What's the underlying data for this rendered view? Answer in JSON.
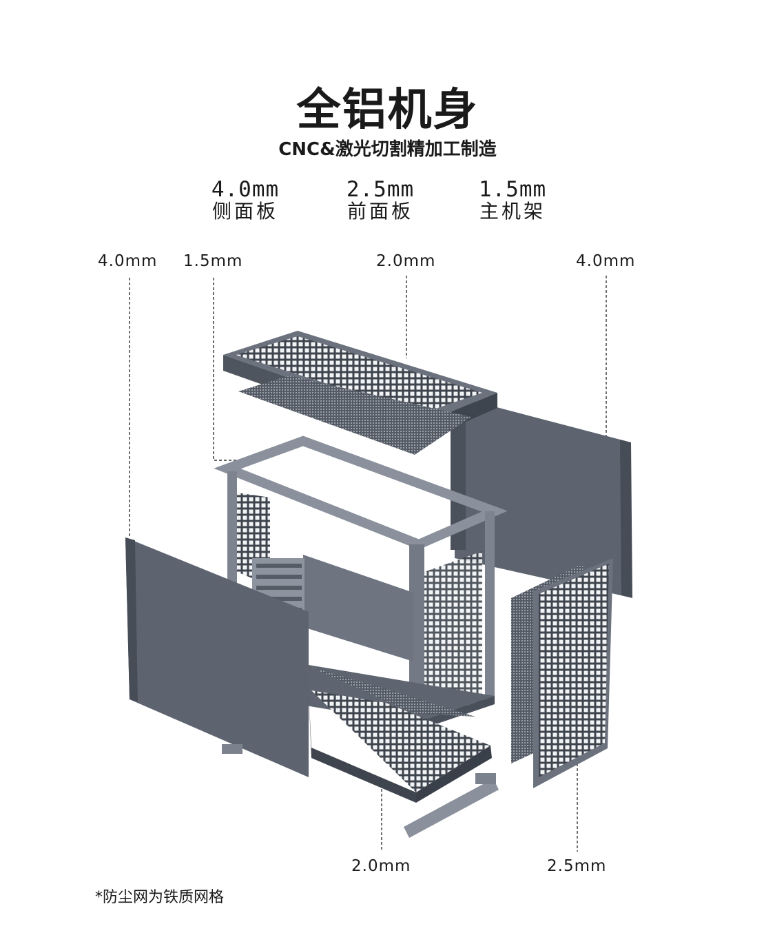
{
  "header": {
    "title": "全铝机身",
    "subtitle": "CNC&激光切割精加工制造"
  },
  "specs": [
    {
      "value": "4.0mm",
      "label": "侧面板"
    },
    {
      "value": "2.5mm",
      "label": "前面板"
    },
    {
      "value": "1.5mm",
      "label": "主机架"
    }
  ],
  "callouts": {
    "left_side_panel": "4.0mm",
    "frame": "1.5mm",
    "top_panel": "2.0mm",
    "right_side_panel": "4.0mm",
    "bottom_panel": "2.0mm",
    "front_panel": "2.5mm"
  },
  "footnote": "*防尘网为铁质网格",
  "colors": {
    "panel": "#5d6470",
    "panel_dark": "#474d57",
    "frame": "#8a919c",
    "mesh": "#3f454e"
  }
}
